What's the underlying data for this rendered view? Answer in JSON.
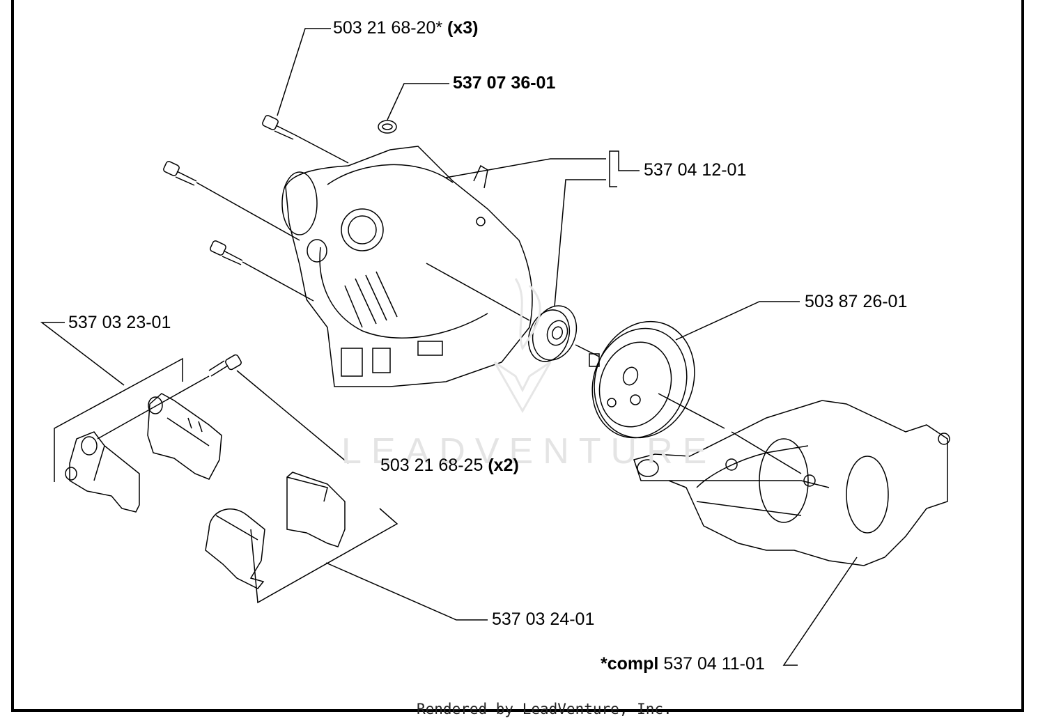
{
  "watermark": "LEADVENTURE",
  "footer": "Rendered by LeadVenture, Inc.",
  "parts": [
    {
      "id": "screw-x3",
      "number": "503 21 68-20*",
      "suffix": "(x3)",
      "bold_number": false
    },
    {
      "id": "clip",
      "number": "537 07 36-01",
      "suffix": "",
      "bold_number": true
    },
    {
      "id": "crankcase-half",
      "number": "537 04 12-01",
      "suffix": "",
      "bold_number": false
    },
    {
      "id": "clutch-drum",
      "number": "503 87 26-01",
      "suffix": "",
      "bold_number": false
    },
    {
      "id": "shield-left",
      "number": "537 03 23-01",
      "suffix": "",
      "bold_number": false
    },
    {
      "id": "screw-x2",
      "number": "503 21 68-25",
      "suffix": "(x2)",
      "bold_number": false
    },
    {
      "id": "shield-halves",
      "number": "537 03 24-01",
      "suffix": "",
      "bold_number": false
    },
    {
      "id": "crankcase-complete",
      "prefix": "*compl",
      "number": "537 04 11-01",
      "suffix": "",
      "bold_number": false
    }
  ]
}
